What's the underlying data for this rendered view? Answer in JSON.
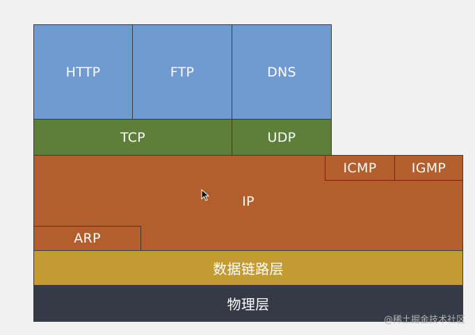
{
  "diagram": {
    "application_layer": {
      "http": "HTTP",
      "ftp": "FTP",
      "dns": "DNS"
    },
    "transport_layer": {
      "tcp": "TCP",
      "udp": "UDP"
    },
    "network_layer": {
      "ip": "IP",
      "icmp": "ICMP",
      "igmp": "IGMP",
      "arp": "ARP"
    },
    "data_link_layer": "数据链路层",
    "physical_layer": "物理层"
  },
  "colors": {
    "application": "#6f9bd1",
    "transport": "#5d7f3a",
    "network": "#b25e2d",
    "data_link": "#c49a32",
    "physical": "#343b46"
  },
  "watermark": "@稀土掘金技术社区"
}
